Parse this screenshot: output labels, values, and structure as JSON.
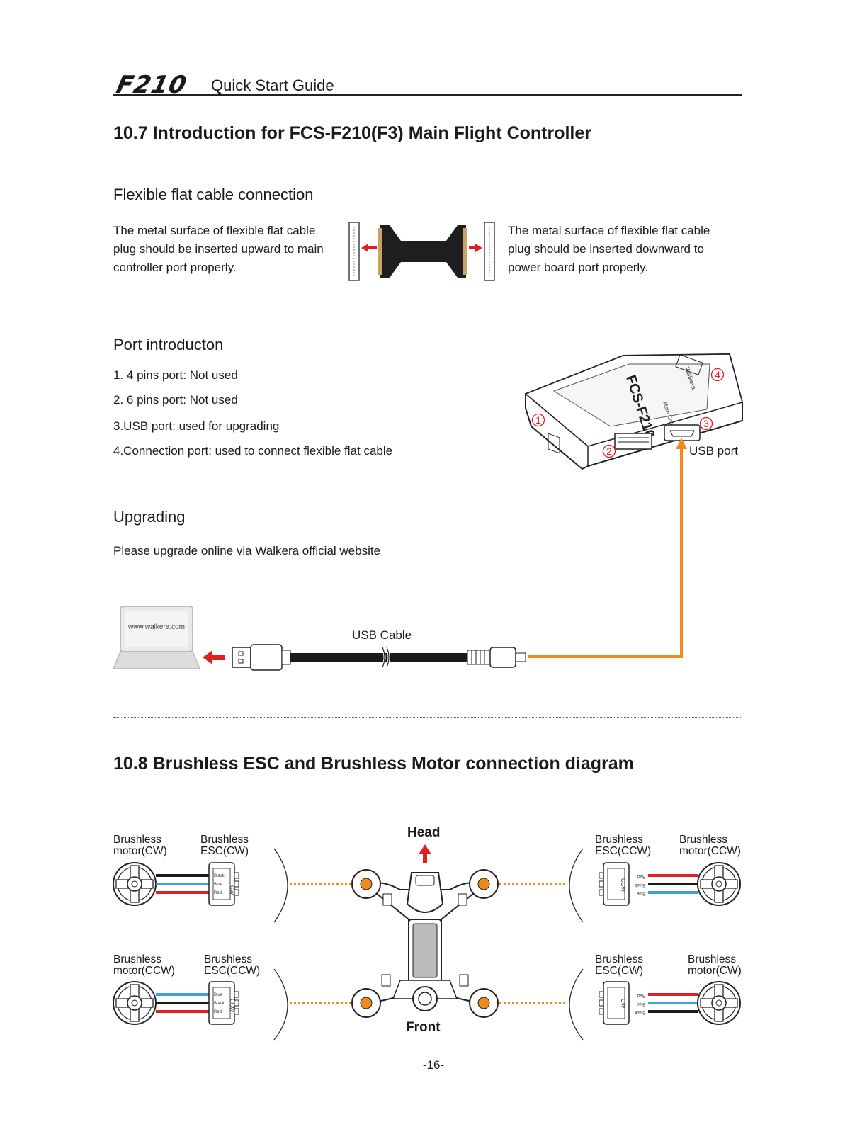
{
  "header": {
    "logo": "F210",
    "subtitle": "Quick Start Guide"
  },
  "section_10_7": {
    "title": "10.7 Introduction for FCS-F210(F3) Main Flight Controller",
    "flat_cable": {
      "heading": "Flexible flat cable connection",
      "left_text": [
        "The metal surface of flexible flat cable",
        "plug should be inserted upward to main",
        "controller port properly."
      ],
      "right_text": [
        "The metal surface of flexible flat cable",
        "plug should be inserted downward to",
        "power board port properly."
      ]
    },
    "ports": {
      "heading": "Port introducton",
      "items": [
        "1. 4 pins port: Not used",
        "2. 6 pins port: Not used",
        "3.USB port: used for upgrading",
        "4.Connection port: used to connect flexible flat cable"
      ],
      "device_text": {
        "model": "FCS-F210",
        "sub": "Main Controller",
        "brand": "Walkera"
      },
      "markers": [
        "1",
        "2",
        "3",
        "4"
      ],
      "usb_port_label": "USB port"
    },
    "upgrading": {
      "heading": "Upgrading",
      "text": "Please upgrade online via Walkera official website",
      "laptop_url": "www.walkera.com",
      "cable_label": "USB Cable"
    }
  },
  "section_10_8": {
    "title": "10.8  Brushless ESC and Brushless Motor connection diagram",
    "head_label": "Head",
    "front_label": "Front",
    "top_left": {
      "motor": [
        "Brushless",
        "motor(CW)"
      ],
      "esc": [
        "Brushless",
        "ESC(CW)"
      ],
      "wires": [
        "Black",
        "Blue",
        "Red"
      ],
      "code": "CW"
    },
    "bottom_left": {
      "motor": [
        "Brushless",
        "motor(CCW)"
      ],
      "esc": [
        "Brushless",
        "ESC(CCW)"
      ],
      "wires": [
        "Blue",
        "Black",
        "Red"
      ],
      "code": "CCW"
    },
    "top_right": {
      "esc": [
        "Brushless",
        "ESC(CCW)"
      ],
      "motor": [
        "Brushless",
        "motor(CCW)"
      ],
      "wires": [
        "Red",
        "Black",
        "Blue"
      ],
      "code": "CCW"
    },
    "bottom_right": {
      "esc": [
        "Brushless",
        "ESC(CW)"
      ],
      "motor": [
        "Brushless",
        "motor(CW)"
      ],
      "wires": [
        "Red",
        "Blue",
        "Black"
      ],
      "code": "CW"
    }
  },
  "footer": {
    "page_number": "-16-"
  },
  "colors": {
    "orange": "#f08a1c",
    "red": "#e02020",
    "blue": "#3ea0dc",
    "black": "#1a1a1a"
  }
}
